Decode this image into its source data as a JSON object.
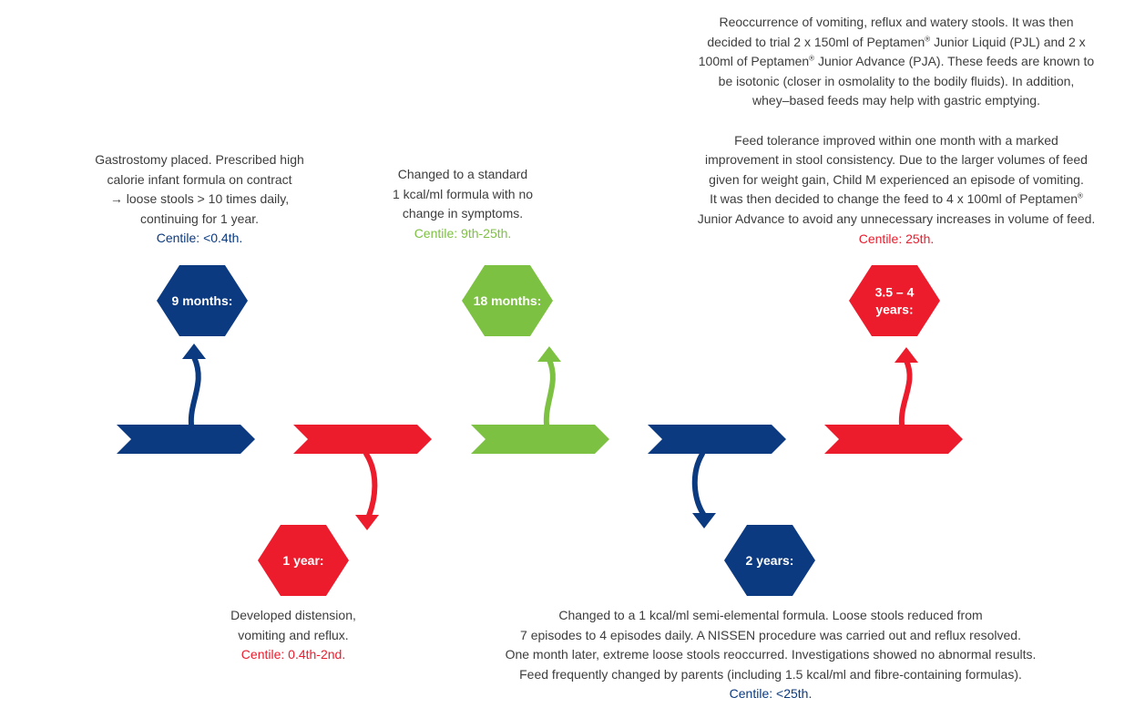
{
  "colors": {
    "navy": "#0b3a80",
    "red": "#ec1c2d",
    "green": "#7dc142",
    "text": "#3d3d3d"
  },
  "milestones": [
    {
      "id": "m9",
      "label_lines": [
        "9 months:"
      ],
      "color": "navy",
      "text_lines": [
        "Gastrostomy placed. Prescribed high",
        "calorie infant formula on contract",
        "→ loose stools > 10 times daily,",
        "continuing for 1 year."
      ],
      "centile": "Centile: <0.4th."
    },
    {
      "id": "m12",
      "label_lines": [
        "1 year:"
      ],
      "color": "red",
      "text_lines": [
        "Developed distension,",
        "vomiting and reflux."
      ],
      "centile": "Centile: 0.4th-2nd."
    },
    {
      "id": "m18",
      "label_lines": [
        "18 months:"
      ],
      "color": "green",
      "text_lines": [
        "Changed to a standard",
        "1 kcal/ml formula with no",
        "change in symptoms."
      ],
      "centile": "Centile: 9th-25th."
    },
    {
      "id": "m24",
      "label_lines": [
        "2 years:"
      ],
      "color": "navy",
      "text_lines": [
        "Changed to a 1 kcal/ml semi-elemental formula. Loose stools reduced from",
        "7 episodes to 4 episodes daily. A NISSEN procedure was carried out and reflux resolved.",
        "One month later, extreme loose stools reoccurred. Investigations showed no abnormal results.",
        "Feed frequently changed by parents (including 1.5 kcal/ml and fibre-containing formulas)."
      ],
      "centile": "Centile: <25th."
    },
    {
      "id": "m42",
      "label_lines": [
        "3.5 – 4",
        "years:"
      ],
      "color": "red",
      "paragraph1": [
        "Reoccurrence of vomiting, reflux and watery stools. It was then",
        [
          "decided to trial 2 x 150ml of Peptamen",
          "®",
          " Junior Liquid (PJL) and 2 x"
        ],
        [
          "100ml of Peptamen",
          "®",
          " Junior Advance (PJA). These feeds are known to"
        ],
        "be isotonic (closer in osmolality to the bodily fluids). In addition,",
        "whey–based feeds may help with gastric emptying."
      ],
      "paragraph2": [
        "Feed tolerance improved within one month with a marked",
        "improvement in stool consistency. Due to the larger volumes of feed",
        "given for weight gain, Child M experienced an episode of vomiting.",
        [
          "It was then decided to change the feed to 4 x 100ml of Peptamen",
          "®",
          ""
        ],
        "Junior Advance to avoid any unnecessary increases in volume of feed."
      ],
      "centile": "Centile: 25th."
    }
  ]
}
